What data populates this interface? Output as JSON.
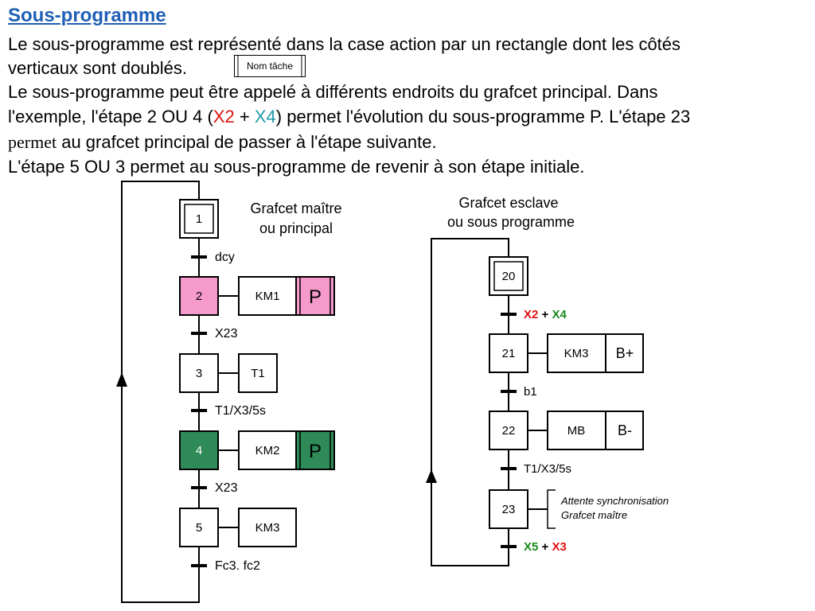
{
  "title": "Sous-programme",
  "text": {
    "line1": "Le sous-programme est représenté dans la case action par un rectangle dont les côtés",
    "line2": "verticaux sont doublés.",
    "line3": "Le sous-programme peut être appelé à différents endroits du grafcet principal. Dans",
    "line4_a": "l'exemple, l'étape 2 OU 4 (",
    "line4_x2": "X2",
    "line4_plus": " + ",
    "line4_x4": "X4",
    "line4_b": ") permet l'évolution du sous-programme P. L'étape 23",
    "line5_a": "permet",
    "line5_b": " au grafcet principal de passer à l'étape suivante.",
    "line6": "L'étape 5 OU 3 permet au sous-programme de revenir à son étape initiale."
  },
  "example_box": {
    "label": "Nom tâche"
  },
  "colors": {
    "heading": "#1f5fb5",
    "pink": "#f59acb",
    "green": "#2e8b57",
    "red": "#e01010",
    "greenText": "#1a8a1a",
    "teal": "#1f9aa8"
  },
  "master": {
    "title_line1": "Grafcet maître",
    "title_line2": "ou principal",
    "steps": [
      {
        "id": "1",
        "initial": true
      },
      {
        "id": "2",
        "action": "KM1",
        "subprogram": "P",
        "fill": "pink"
      },
      {
        "id": "3",
        "action": "T1"
      },
      {
        "id": "4",
        "action": "KM2",
        "subprogram": "P",
        "fill": "green"
      },
      {
        "id": "5",
        "action": "KM3"
      }
    ],
    "transitions": [
      "dcy",
      "X23",
      "T1/X3/5s",
      "X23",
      "Fc3. fc2"
    ]
  },
  "slave": {
    "title_line1": "Grafcet esclave",
    "title_line2": "ou sous programme",
    "steps": [
      {
        "id": "20",
        "initial": true
      },
      {
        "id": "21",
        "action": "KM3",
        "extra": "B+"
      },
      {
        "id": "22",
        "action": "MB",
        "extra": "B-"
      },
      {
        "id": "23",
        "comment_line1": "Attente synchronisation",
        "comment_line2": "Grafcet maître"
      }
    ],
    "transitions": {
      "t1": {
        "a": "X2",
        "plus": "+",
        "b": "X4"
      },
      "t2": "b1",
      "t3": "T1/X3/5s",
      "t4": {
        "a": "X5",
        "plus": "+",
        "b": "X3"
      }
    }
  }
}
